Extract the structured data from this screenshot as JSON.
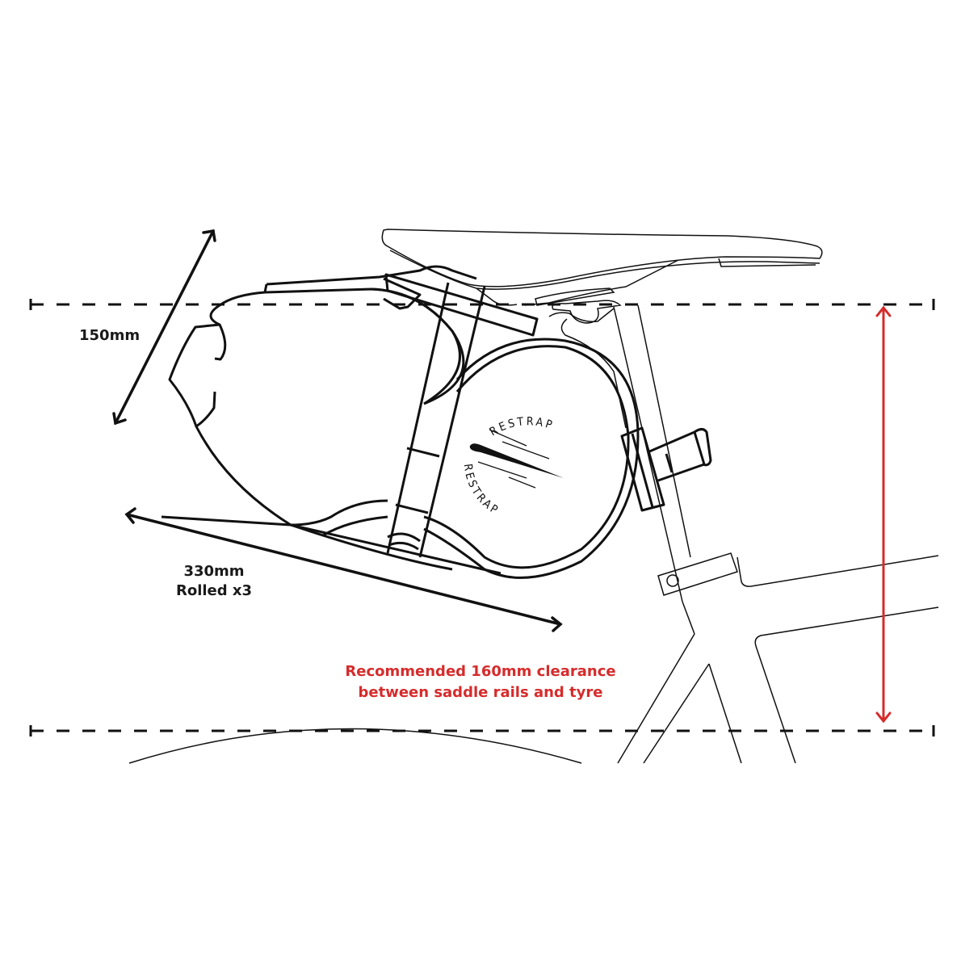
{
  "diagram": {
    "subject": "Saddle bag fitment diagram",
    "dimensions": {
      "height_label": "150mm",
      "length_label": "330mm",
      "length_sublabel": "Rolled x3"
    },
    "clearance": {
      "line1": "Recommended 160mm clearance",
      "line2": "between saddle rails and tyre",
      "color": "#d62b2b"
    },
    "branding": {
      "top_text": "RESTRAP",
      "bottom_text": "RESTRAP"
    },
    "colors": {
      "line": "#111111",
      "accent": "#d62b2b",
      "background": "#ffffff"
    }
  }
}
